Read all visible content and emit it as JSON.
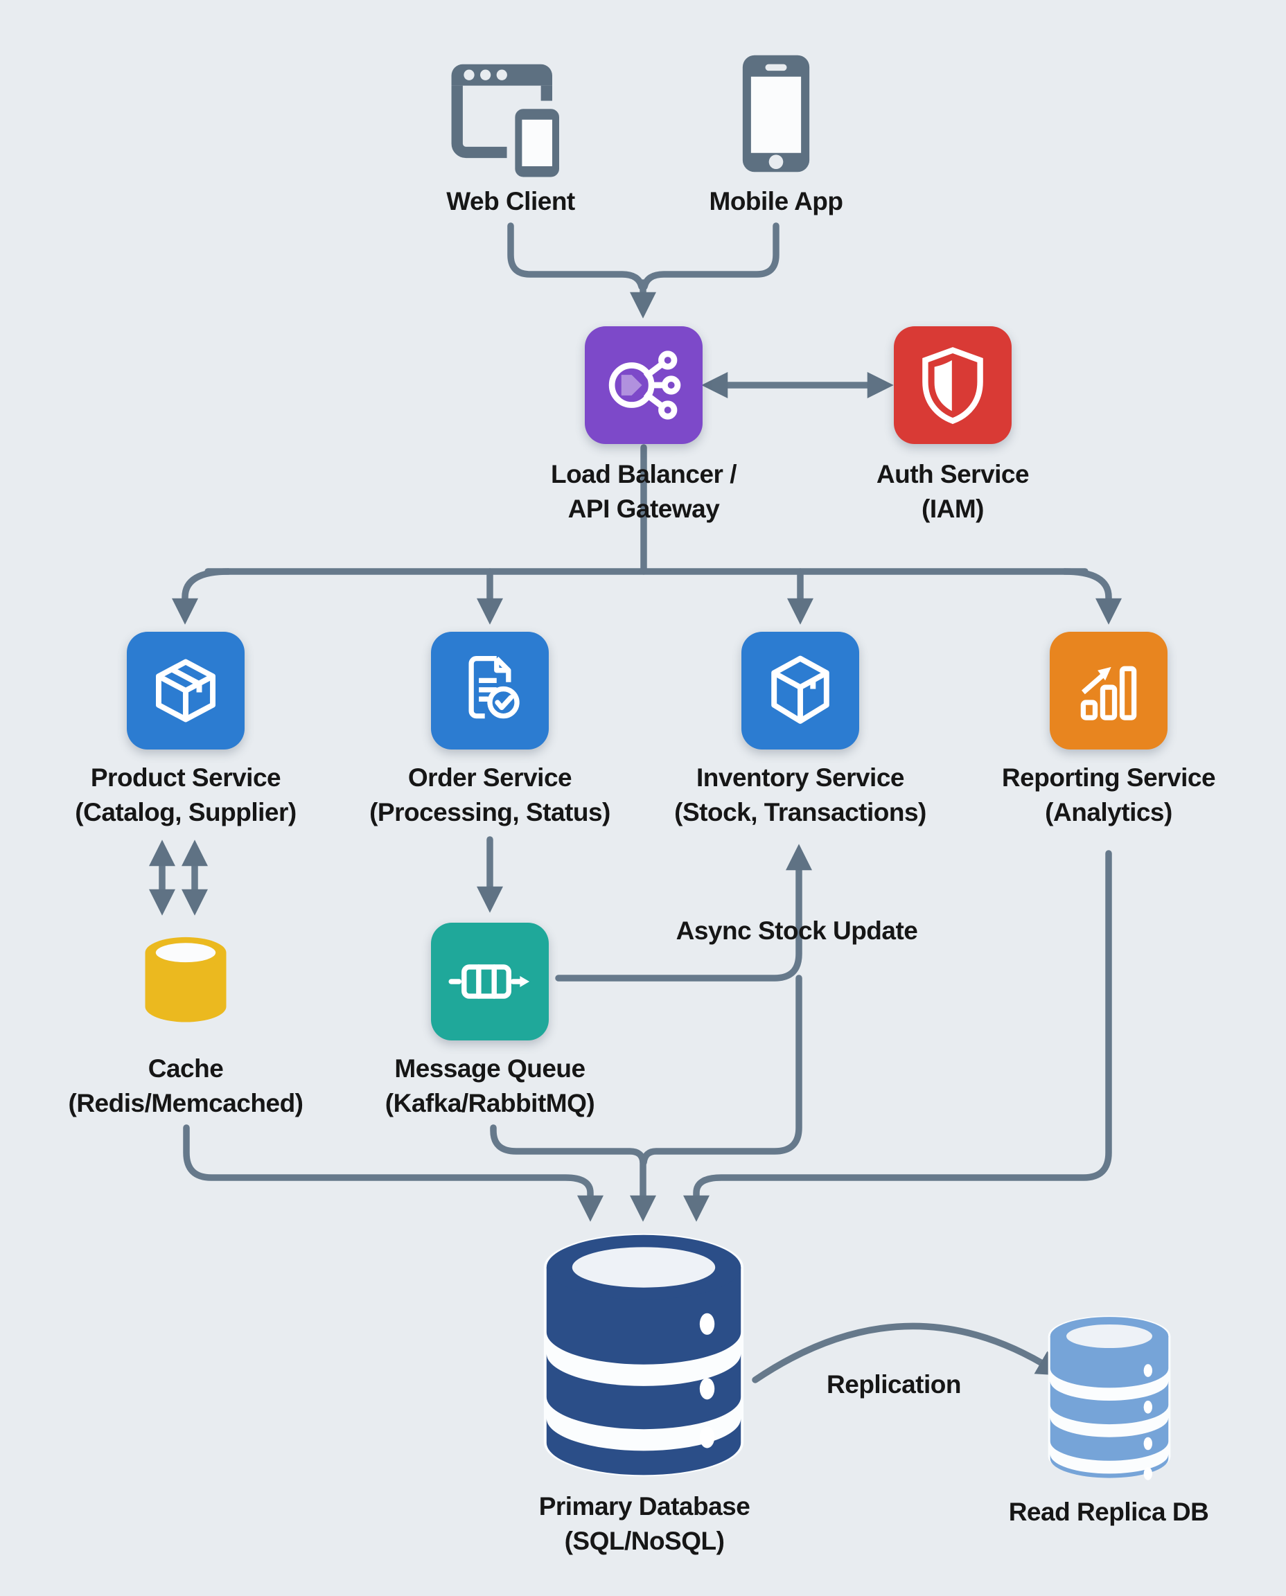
{
  "canvas": {
    "background": "#e8ecf0",
    "wire_color": "#66798b",
    "text_color": "#161616"
  },
  "nodes": {
    "web_client": {
      "label": "Web Client",
      "icon": "browser-devices-icon",
      "color": "#5d7081"
    },
    "mobile_app": {
      "label": "Mobile App",
      "icon": "smartphone-icon",
      "color": "#5d7081"
    },
    "gateway": {
      "line1": "Load Balancer /",
      "line2": "API Gateway",
      "icon": "load-balancer-icon",
      "color": "#7d49c9"
    },
    "auth": {
      "line1": "Auth Service",
      "line2": "(IAM)",
      "icon": "shield-icon",
      "color": "#d93a35"
    },
    "product": {
      "line1": "Product Service",
      "line2": "(Catalog, Supplier)",
      "icon": "package-icon",
      "color": "#2c7cd1"
    },
    "order": {
      "line1": "Order Service",
      "line2": "(Processing, Status)",
      "icon": "document-check-icon",
      "color": "#2c7cd1"
    },
    "inventory": {
      "line1": "Inventory Service",
      "line2": "(Stock, Transactions)",
      "icon": "box-icon",
      "color": "#2c7cd1"
    },
    "reporting": {
      "line1": "Reporting Service",
      "line2": "(Analytics)",
      "icon": "bar-chart-icon",
      "color": "#e8851f"
    },
    "cache": {
      "line1": "Cache",
      "line2": "(Redis/Memcached)",
      "icon": "cylinder-icon",
      "color": "#ebb91f"
    },
    "queue": {
      "line1": "Message Queue",
      "line2": "(Kafka/RabbitMQ)",
      "icon": "queue-icon",
      "color": "#1fa89a"
    },
    "primary_db": {
      "line1": "Primary Database",
      "line2": "(SQL/NoSQL)",
      "icon": "database-icon",
      "color": "#2b4e88"
    },
    "replica_db": {
      "label": "Read Replica DB",
      "icon": "database-icon",
      "color": "#76a4d8"
    }
  },
  "edge_labels": {
    "async": "Async Stock Update",
    "replication": "Replication"
  }
}
